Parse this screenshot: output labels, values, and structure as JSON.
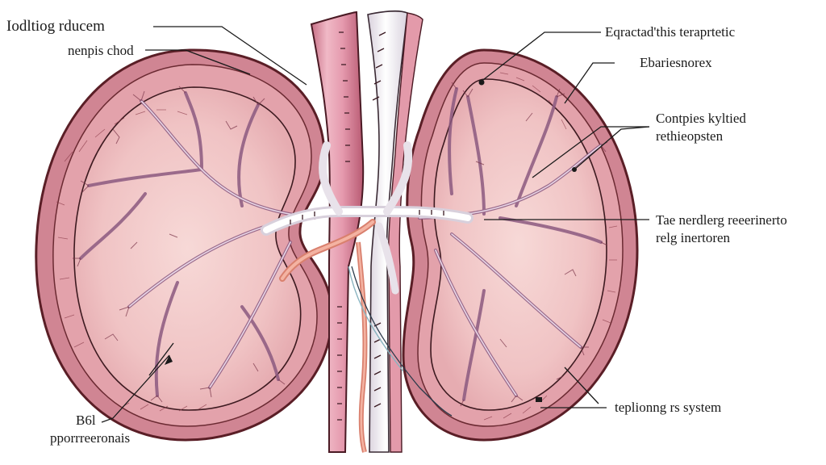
{
  "diagram": {
    "subject": "kidney anatomical illustration (paired kidneys with central vessels and branching vasculature)",
    "colors": {
      "background": "#ffffff",
      "capsule_outer": "#c97a86",
      "capsule_edge": "#5a1e26",
      "cortex_fill": "#f1c3c5",
      "medulla_fill": "#f6d3d1",
      "vessel_main": "#e6a7b3",
      "vessel_white": "#f2eef2",
      "vessel_branch": "#b88aa8",
      "artery_orange": "#e99a88",
      "ink": "#2a1418",
      "leader_line": "#1a1a1a"
    }
  },
  "labels": {
    "top_left_1": "Iodltiog rducem",
    "top_left_2": "nenpis chod",
    "top_right_1": "Eqractad'this teraprtetic",
    "top_right_2": "Ebariesnorex",
    "mid_right_1": {
      "line1": "Contpies kyltied",
      "line2": "rethieopsten"
    },
    "mid_right_2": {
      "line1": "Tae nerdlerg reeerinerto",
      "line2": "relg inertoren"
    },
    "bottom_right": "teplionng rs system",
    "bottom_left": {
      "line1": "B6l",
      "line2": "pporrreeronais"
    }
  }
}
